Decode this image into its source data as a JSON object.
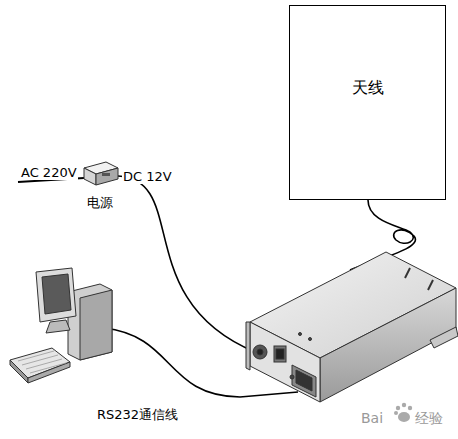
{
  "diagram": {
    "nodes": [
      {
        "text": [
          "天线"
        ]
      },
      {
        "text": [
          "电源"
        ]
      }
    ],
    "labels": [
      "AC 220V",
      "DC 12V",
      "RS232通信线",
      "Bai",
      "经验"
    ]
  }
}
